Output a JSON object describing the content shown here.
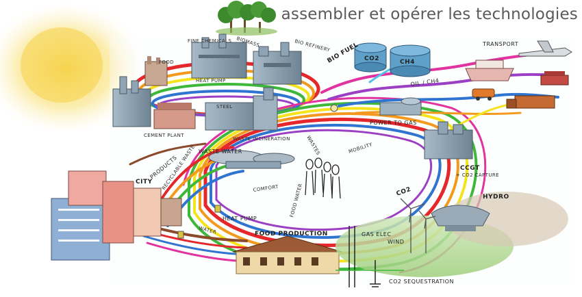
{
  "title": "assembler et opérer les technologies",
  "labels": {
    "biomass": "BIOMASS",
    "bio_refinery": "BIO REFINERY",
    "bio_fuel": "BIO FUEL",
    "fine_chemicals": "FINE CHEMICALS",
    "food": "FOOD",
    "co2_tank": "CO2",
    "cauldron": "CH4",
    "transport": "TRANSPORT",
    "oil_ch4": "OIL / CH4",
    "power_to_gas": "POWER TO GAS",
    "heat_pump_top": "HEAT PUMP",
    "cement_plant": "CEMENT PLANT",
    "steel": "STEEL",
    "waste_incineration": "WASTE INCINERATION",
    "waste_water": "WASTE WATER",
    "products": "PRODUCTS",
    "city": "CITY",
    "recyclable_waste": "RECYCLABLE WASTE",
    "mobility": "MOBILITY",
    "comfort": "COMFORT",
    "ccgt": "CCGT",
    "co2_capture": "+ CO2 CAPTURE",
    "hydro": "HYDRO",
    "heat_pump": "HEAT PUMP",
    "water": "WATER",
    "food_water": "FOOD WATER",
    "food_production": "FOOD PRODUCTION",
    "gas_elec": "GAS ELEC",
    "wind": "WIND",
    "co2_flow": "CO2",
    "co2_sequestration": "CO2 SEQUESTRATION",
    "wastes": "WASTES"
  },
  "colors": {
    "sun": "#f6d24a",
    "red": "#e5262a",
    "orange": "#f39a1e",
    "yellow": "#f5e31c",
    "green": "#3fb83a",
    "blue": "#2f74d0",
    "purple": "#9b3fc4",
    "magenta": "#e0339f",
    "brown": "#8b4a2a",
    "cyan": "#55c1e8",
    "tree": "#3d8a2e"
  }
}
